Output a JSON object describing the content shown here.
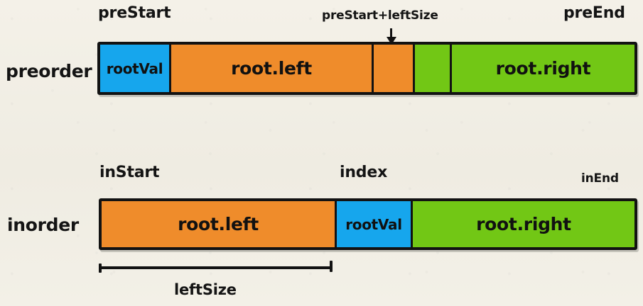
{
  "diagram": {
    "title": "preorder / inorder array partition for buildTree",
    "background_color": "#f2efe6",
    "palette": {
      "blue": "#16a6ed",
      "orange": "#ef8c2b",
      "green": "#72c715",
      "ink": "#121212"
    }
  },
  "rows": [
    {
      "name": "preorder",
      "row_label": "preorder",
      "labels": {
        "left": "preStart",
        "middle": "preStart+leftSize",
        "right": "preEnd"
      },
      "segments": [
        {
          "name": "rootVal",
          "label": "rootVal",
          "color": "blue",
          "font": "md"
        },
        {
          "name": "root-left",
          "label": "root.left",
          "color": "orange",
          "font": "lg"
        },
        {
          "name": "left-tail",
          "label": "",
          "color": "orange",
          "font": "md"
        },
        {
          "name": "right-head",
          "label": "",
          "color": "green",
          "font": "md"
        },
        {
          "name": "root-right",
          "label": "root.right",
          "color": "green",
          "font": "lg"
        }
      ]
    },
    {
      "name": "inorder",
      "row_label": "inorder",
      "labels": {
        "left": "inStart",
        "middle": "index",
        "right": "inEnd"
      },
      "segments": [
        {
          "name": "root-left",
          "label": "root.left",
          "color": "orange",
          "font": "lg"
        },
        {
          "name": "rootVal",
          "label": "rootVal",
          "color": "blue",
          "font": "md"
        },
        {
          "name": "root-right",
          "label": "root.right",
          "color": "green",
          "font": "lg"
        }
      ],
      "bracket": {
        "label": "leftSize"
      }
    }
  ]
}
